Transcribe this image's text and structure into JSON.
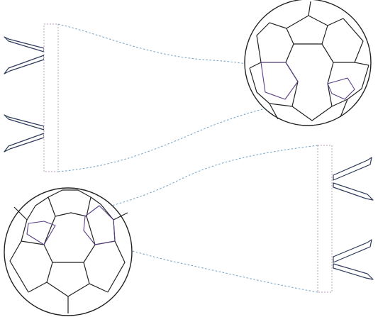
{
  "artwork": {
    "kind": "line-drawing",
    "objects": [
      "soccer-scarf-top",
      "soccer-scarf-bottom"
    ]
  },
  "colors": {
    "ball_lines": "#222222",
    "accent_panel": "#5a3f86",
    "scarf_bar": "#b79bb8",
    "scarf_curves": "#6e9fc4",
    "tassels": "#2f3b5a",
    "background": "#ffffff"
  }
}
